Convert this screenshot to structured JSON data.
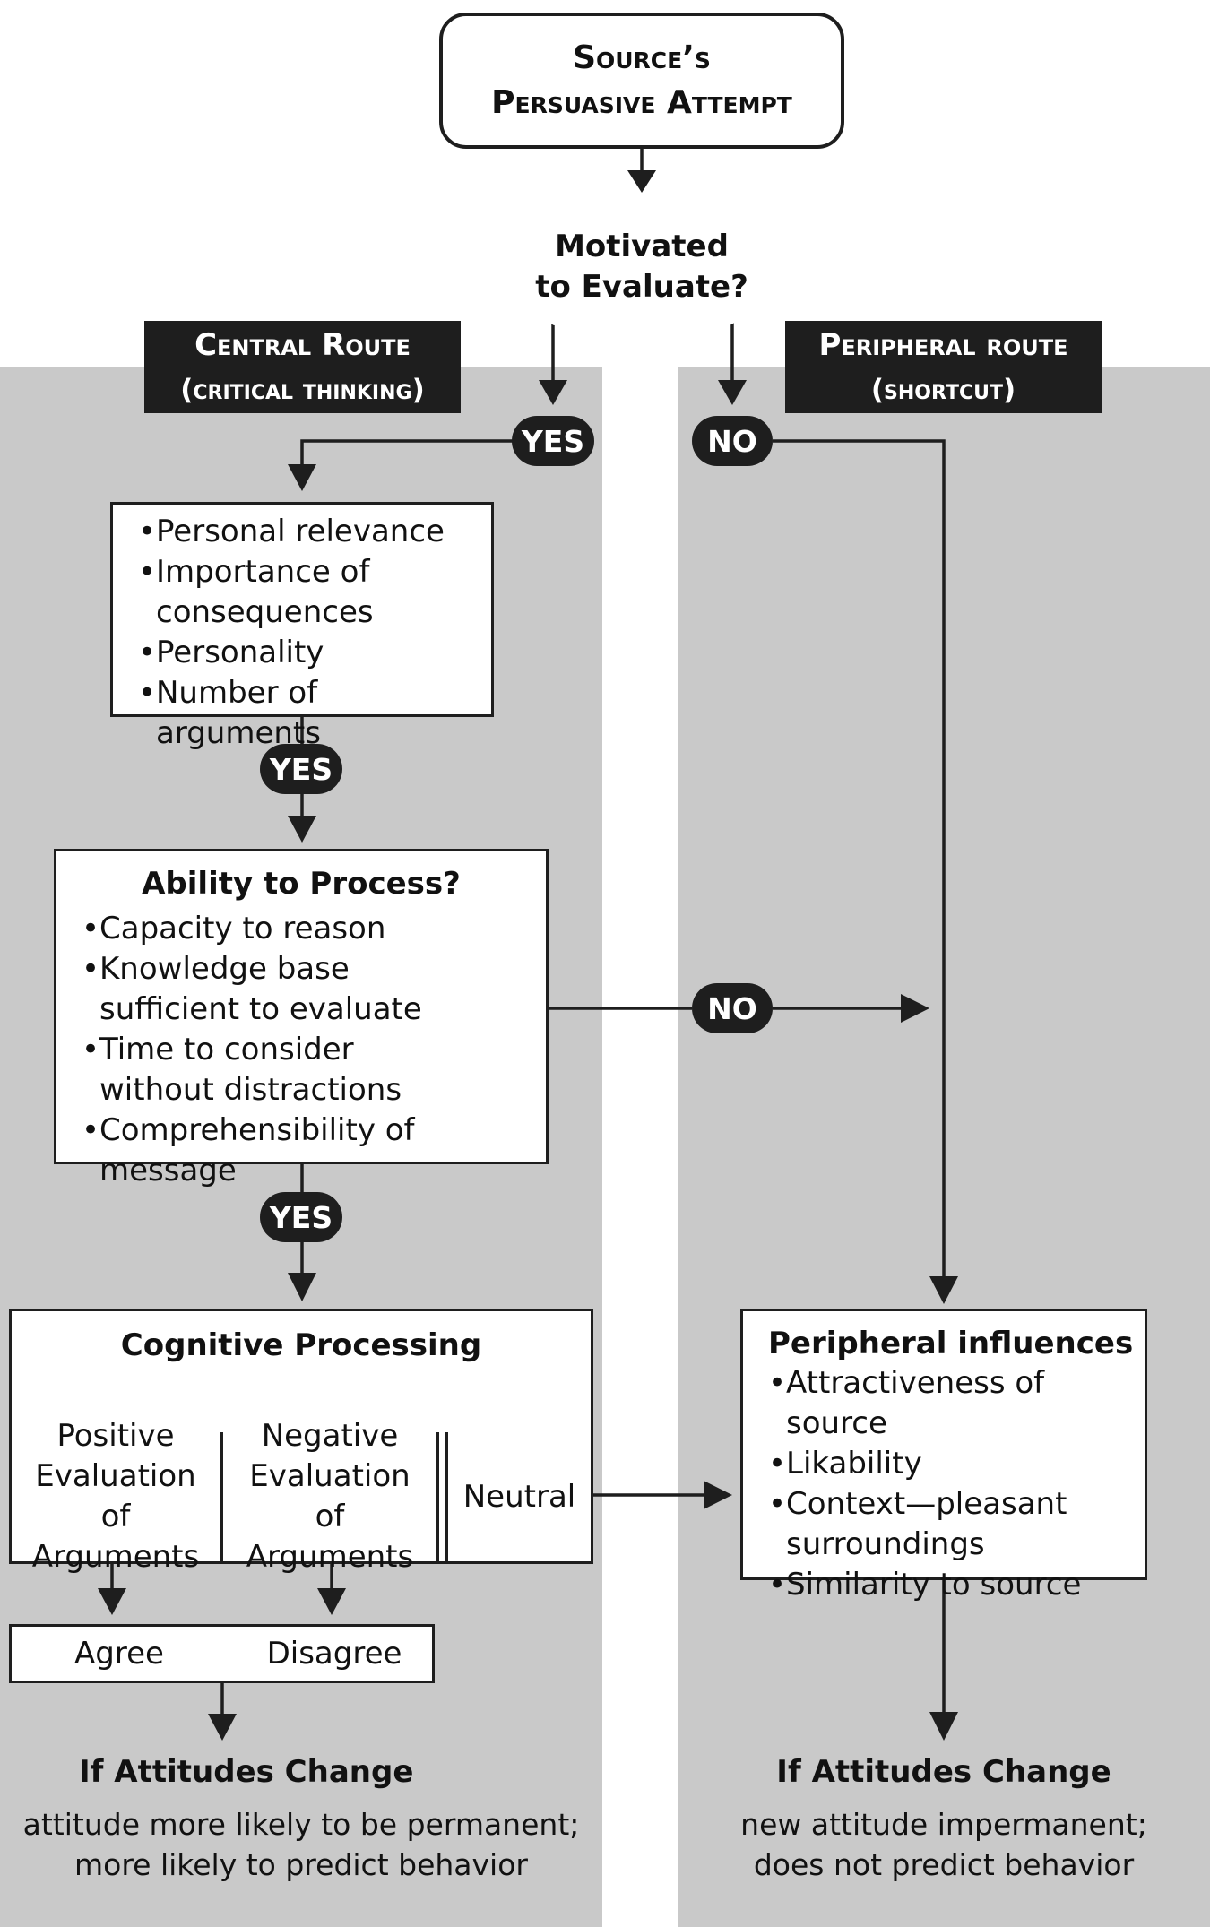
{
  "start": {
    "line1": "Source’s",
    "line2": "Persuasive Attempt"
  },
  "decision": {
    "line1": "Motivated",
    "line2": "to Evaluate?"
  },
  "central_label": {
    "line1": "Central Route",
    "line2": "(critical thinking)"
  },
  "peripheral_label": {
    "line1": "Peripheral route",
    "line2": "(shortcut)"
  },
  "pills": {
    "yes_1": "YES",
    "no_1": "NO",
    "yes_2": "YES",
    "no_2": "NO",
    "yes_3": "YES"
  },
  "motivation_factors": [
    "Personal relevance",
    "Importance of consequences",
    "Personality",
    "Number of arguments"
  ],
  "ability": {
    "title": "Ability to Process?",
    "items": [
      "Capacity to reason",
      "Knowledge base sufficient to evaluate",
      "Time to consider without distractions",
      "Comprehensibility of message"
    ]
  },
  "cognitive": {
    "title": "Cognitive Processing",
    "positive": "Positive Evaluation of Arguments",
    "negative": "Negative Evaluation of Arguments",
    "neutral": "Neutral"
  },
  "outcome_box": {
    "agree": "Agree",
    "disagree": "Disagree"
  },
  "peripheral_influences": {
    "title": "Peripheral influences",
    "items": [
      "Attractiveness of source",
      "Likability",
      "Context—pleasant surroundings",
      "Similarity to source"
    ]
  },
  "central_result": {
    "title": "If Attitudes Change",
    "line1": "attitude more likely to be permanent;",
    "line2": "more likely to predict behavior"
  },
  "peripheral_result": {
    "title": "If Attitudes Change",
    "line1": "new attitude impermanent;",
    "line2": "does not predict behavior"
  }
}
